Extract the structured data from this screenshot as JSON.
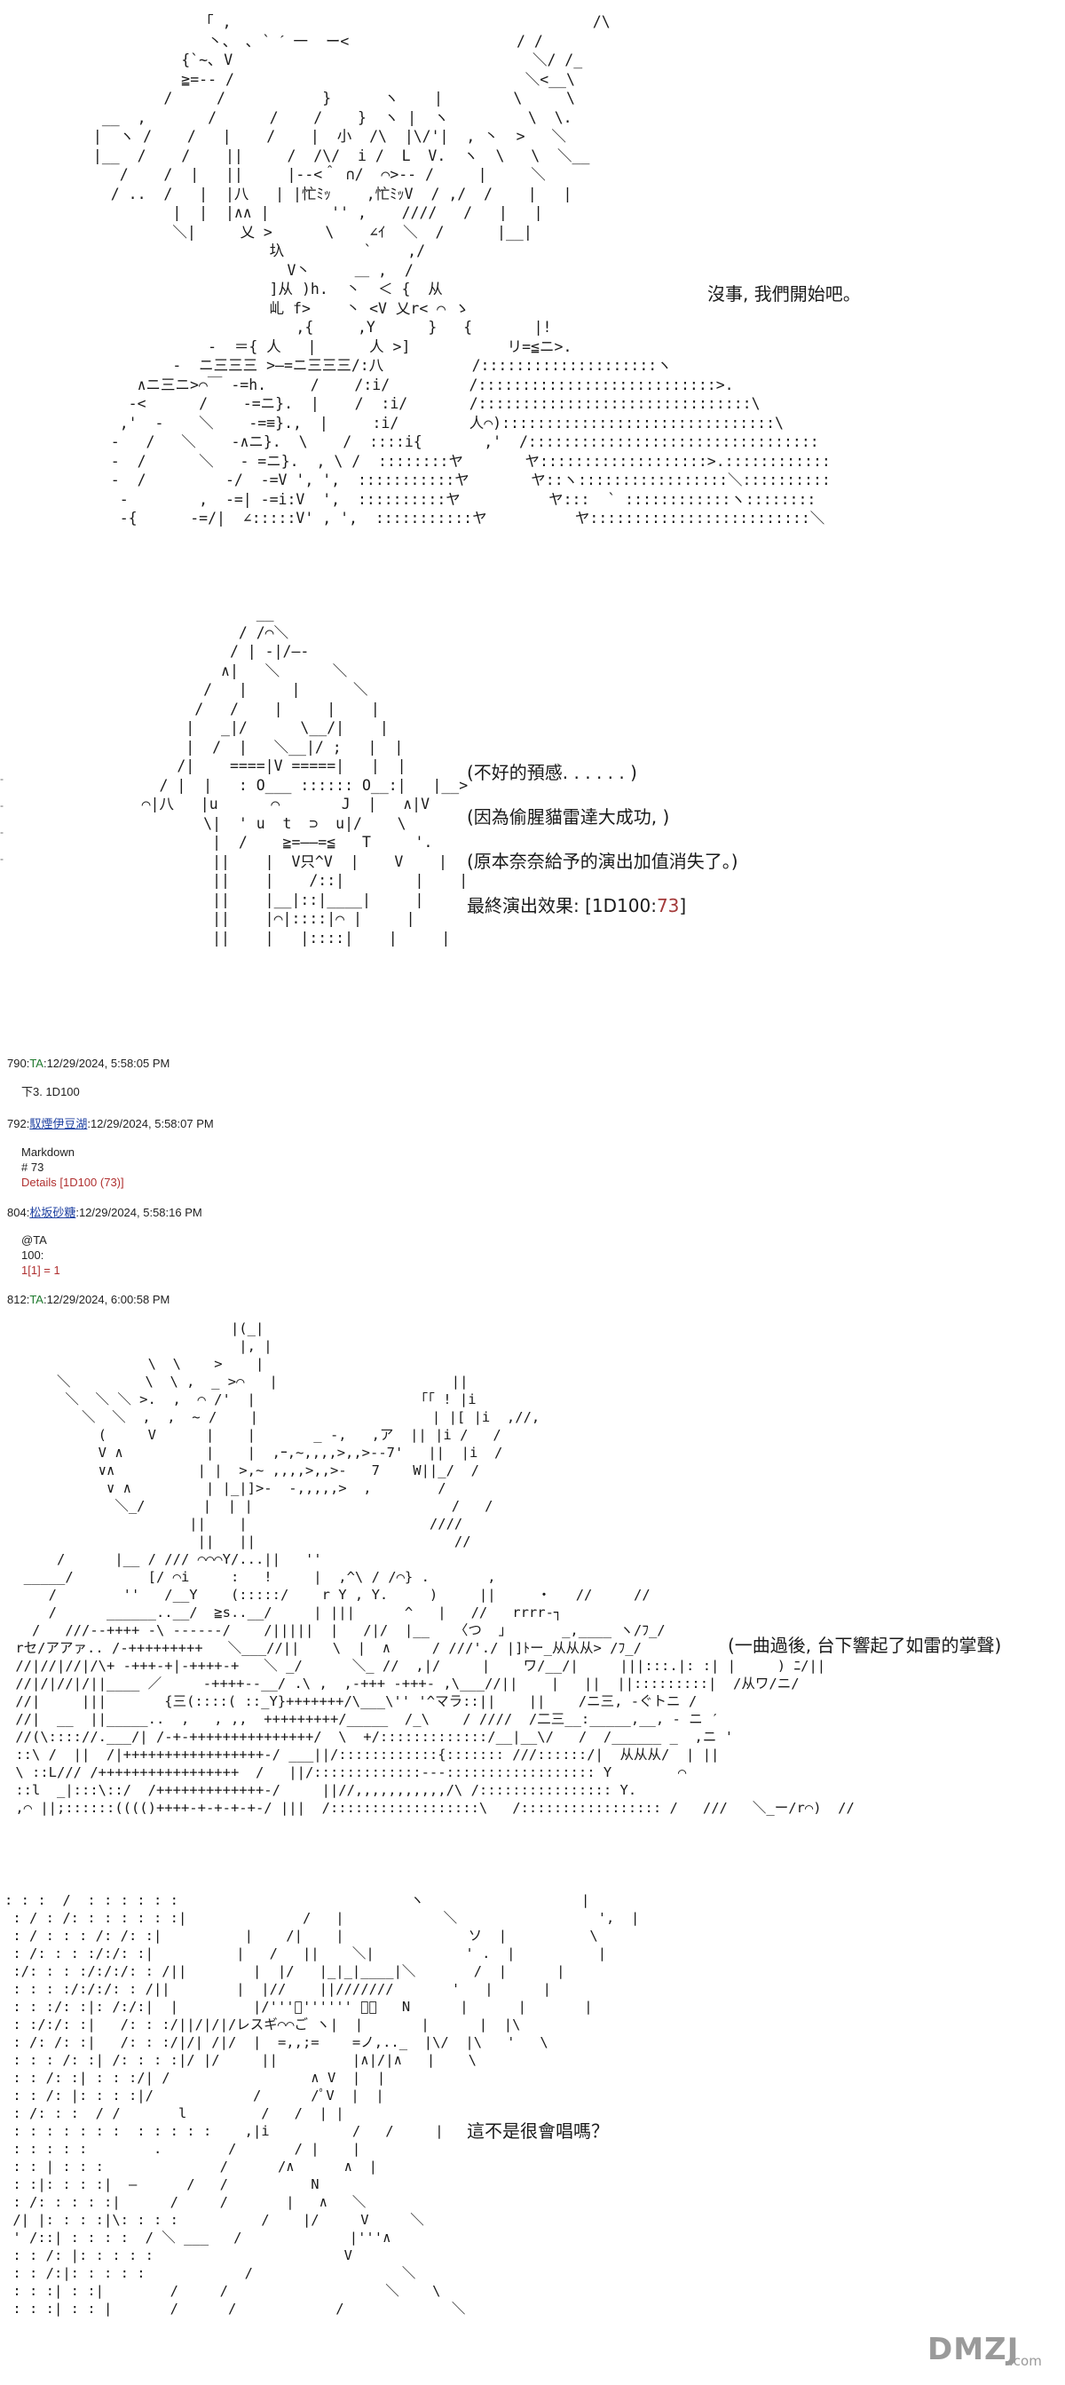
{
  "art": {
    "panel1": "             「 ,                                         /\\\n              丶、 ､ ` ˊ 一  ー<                   / /\n           {`~､ V                                  ＼/ /_\n           ≧=-- /                                 ＼<__\\\n         /     /           }      ヽ    |        \\     \\\n  __  ,       /      /    /    }  ヽ |  ヽ         \\  \\.\n |  ヽ /    /   |    /    |  小  /\\  |\\/'|  , 丶  >   ＼\n |__  /    /    ||     /  /\\/  i /  L  V.  ヽ  \\   \\  ＼__\n    /    /  |   ||     |--<＾ ∩/  ⌒>-- /     |     ＼\n   / ..  /   |  |八   | |忙ﾐｯ    ,忙ﾐｯV  / ,/  /    |   |\n          |  |  |∧∧ |       '' ,    ////   /   |   |\n          ＼|     乂 >      \\    ∠ｲ  ＼  /      |__|\n                     圦         `    ,/\n                       V丶     ＿ ,  /\n                     ]从 )h.  丶  ＜ {  从\n                     乢 f>    丶 <V 乂r< ⌒ ゝ\n                        ,{     ,Y      }   {       |!\n              -  ＝{ 人   |      人 >]           リ=≦ニ>.\n          -  ニ三三三 >―=ニ三三三/:八          /::::::::::::::::::::ヽ\n      ∧ニ三ニ>⌒￣ -=h.     /    /:i/         /:::::::::::::::::::::::::::>.\n     -<      /    -=ニ}.  |    /  :i/       /:::::::::::::::::::::::::::::::\\\n    ,'  -    ＼    -=≡}.,  |     :i/        人⌒):::::::::::::::::::::::::::::::\\\n   -   /   ＼    -∧ニ}.  \\    /  ::::i{       ,'  /:::::::::::::::::::::::::::::::::\n   -  /      ＼   - =ニ}.  , \\ /  ::::::::ヤ       ヤ:::::::::::::::::::>.::::::::::::\n   -  /         -/  -=V ', ',  :::::::::::ヤ       ヤ::ヽ:::::::::::::::::＼::::::::::\n    -        ,  -=| -=i:V  ',  ::::::::::ヤ          ヤ:::  ` ::::::::::::ヽ::::::::\n    -{      -=/|  ∠:::::V' , ',  :::::::::::ヤ          ヤ:::::::::::::::::::::::::＼",
    "panel2": "                   __\n                 / /⌒＼\n                / | -|/―-\n               ∧|   ＼      ＼\n             /   |     |      ＼\n            /   /    |     |    |\n           |   _|/      \\__/|    |\n           |  /  |   ＼__|/ ;   |  |\n          /|    ====|V =====|   |  |\n        / |  |   : O___ :::::: O__:|   |__>\n      ⌒|八   |u      ⌒       J  |   ∧|V\n             \\|  ' u  t  ⊃  u|/    \\\n              |  /    ≧=――=≦   T     '.\n              ||    |  V只^V  |    V    |\n              ||    |    /::|        |    |\n              ||    |__|::|____|     |\n              ||    |⌒|::::|⌒ |     |\n              ||    |   |::::|    |     |",
    "panel3": "                           |(_|\n                            |, |\n                 \\  \\    >    |\n      ＼         \\  \\ ,  _ >⌒   |                     ||\n       ＼  ＼ ＼ >.  ,  ⌒ /'  |                    ｢｢ ! |i\n         ＼  ＼  ,  ,  ~ /    |                     | |[ |i  ,//,\n           (     V      |    |       _ -,   ,ア  || |i /   /\n           V ∧          |    |  ,ｰ,~,,,,>,,>--7'   ||  |i  /\n           ∨∧          | |  >,~ ,,,,>,,>-   7    W||_/  /\n            ∨ ∧         | |_|]>-  -,,,,,>  ,        /\n             ＼_/       |  | |                        /   /\n                      ||    |                      ////\n                       ||   ||                        //\n      /      |__ / /// ⌒⌒⌒Y/...||   ''\n  _____/         [/ ⌒i     :   !     |  ,^\\ / /⌒} .       ,\n     /        ''   /__Y    (:::::/    r Y , Y.     )     ||     ・   //     //\n     /      ______..__/  ≧s..__/     | |||      ^   |   //   rrrr-┐\n   /   ///--++++ -\\ ------/    /|||||  |   /|/  |__   〈つ  」      _,____ ヽ/ﾌ_/\n rセ/アアァ.. /-+++++++++   ＼___//||    \\  |  ∧     / ///'./ |]ﾄー_从从从> /ﾌ_/\n //|//|//|/\\+ -+++-+|-++++-+   ＼ _/      ＼_ //  ,|/     |    ワ/__/|     |||:::.|: :| |     ) ﾆ/||\n //|/|//|/||____ ／     -++++--__/ .\\ ,  ,-+++ -+++- ,\\___//||    |   ||  ||:::::::::|  /从ワ/ニ/\n //|     |||       {三(::::( ::_Y}+++++++/\\___\\'' '^マラ::||    ||    /ニ三, -ぐトニ /\n //|  __  ||_____..  ,   , ,,  +++++++++/_____  /_\\    / ////  /二三__:_____,__, - ニ ′\n //(\\:::://.___/| /-+-+++++++++++++++/  \\  +/:::::::::::::/__|__\\/   /  /______ _  ,ニ '\n ::\\ /  ||  /|+++++++++++++++++-/ ___||/::::::::::::{::::::: ///::::::/|  从从从/  | ||\n \\ ::L/// /+++++++++++++++++  /   ||/:::::::::::::---:::::::::::::::::: Y        ⌒\n ::l  _|:::\\::/  /+++++++++++++-/     ||//,,,,,,,,,,,/\\ /:::::::::::::::: Y.\n ,⌒ ||;::::::(((()++++-+-+-+-+-/ |||  /::::::::::::::::::\\   /::::::::::::::::: /   ///   ＼_ー/r⌒)  //",
    "panel4": ": : :  /  : : : : : :                            ヽ                   |\n : / : /: : : : : : :|              /   |            ＼                 ',  |\n : / : : : /: /: :|          |    /|    |               ソ  |          \\\n : /: : : :/:/: :|          |   /   ||    ＼|           ' .  |          |\n :/: : : :/:/:/: : /||        |  |/   |_|_|____|＼       /  |      |\n : : : :/:/:/: : /||        |  |//    ||///////       '   |      |\n : : :/: :|: /:/:|  |         |/'''ﾞ'''''' ﾞﾞ   N      |      |       |\n : :/:/: :|   /: : :/||/|/|/レスギ⌒⌒ご ヽ|  |       |      |  |\\\n : /: /: :|   /: : :/|/| /|/  |  =,,;=    =ノ,.._  |\\/  |\\   '   \\\n : : : /: :| /: : : :|/ |/     ||         |∧|/|∧   |    \\\n : : /: :| : : :/| /                 ∧ V  |  |\n : : /: |: : : :|/            /      /ﾟV  |  |\n : /: : :  / /       l         /   /  | |\n : : : : : : :  : : : : :    ,|i          /   /     |\n : : : : :        .        /       / |    |\n : : | : : :              /      /∧      ∧  |\n : :|: : : :|  ―      /   /          N\n : /: : : : :|      /     /       |   ∧   ＼\n /| |: : : :|\\: : : :          /    |/     V     ＼\n ' /::| : : : :  / ＼ ___   /             |'''∧\n : : /: |: : : : :                       V\n : : /:|: : : : :            /                  ＼\n : : :| : :|        /     /                   ＼    \\\n : : :| : : |       /      /            /             ＼"
  },
  "dialogue": {
    "line1": "沒事, 我們開始吧。",
    "line2": "(不好的預感. . . . . . )",
    "line3": "(因為偷腥貓雷達大成功, )",
    "line4": "(原本奈奈給予的演出加值消失了。)",
    "line5_label": "最終演出效果: ",
    "line5_dice_open": "[1D100:",
    "line5_dice_value": "73",
    "line5_dice_close": "]",
    "line6": "(一曲過後, 台下響起了如雷的掌聲)",
    "line7": "這不是很會唱嗎？"
  },
  "edge_marks": "-\n-\n-\n-",
  "posts": [
    {
      "number": "790:",
      "user": "TA",
      "timestamp": ":12/29/2024, 5:58:05 PM",
      "body": "下3. 1D100"
    },
    {
      "number": "792:",
      "user": "馭煙伊豆湖",
      "timestamp": ":12/29/2024, 5:58:07 PM",
      "body_line1": "Markdown",
      "body_line2": "# 73",
      "body_line3": "Details [1D100 (73)]"
    },
    {
      "number": "804:",
      "user": "松坂砂糖",
      "timestamp": ":12/29/2024, 5:58:16 PM",
      "body_line1": "@TA",
      "body_line2": "100:",
      "body_line3": "1[1] = 1"
    },
    {
      "number": "812:",
      "user": "TA",
      "timestamp": ":12/29/2024, 6:00:58 PM"
    }
  ],
  "watermark": {
    "brand": "DMZJ",
    "suffix": ".com"
  },
  "colors": {
    "username_green": "#1f7a2e",
    "username_blue": "#1c3fa0",
    "dice_red": "#a33a3a"
  }
}
